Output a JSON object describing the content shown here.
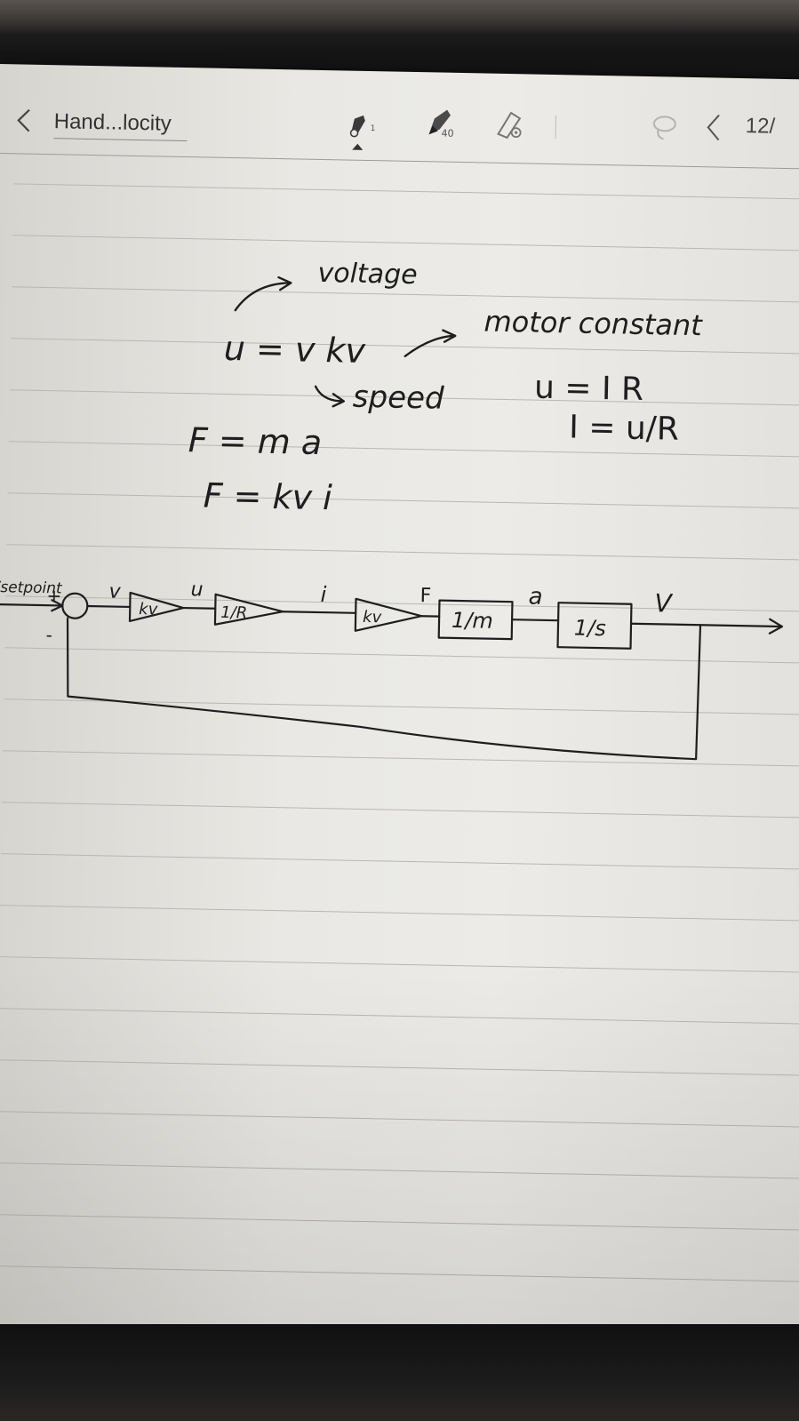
{
  "toolbar": {
    "title": "Hand...locity",
    "pen1_size": "1",
    "pen2_size": "40",
    "page_indicator": "12/"
  },
  "notes": {
    "ann_voltage": "voltage",
    "eq1": "u = v kv",
    "ann_motor_constant": "motor constant",
    "ann_speed": "speed",
    "eq_ohm": "u = I R",
    "eq_current": "I = u/R",
    "eq_newton": "F = m a",
    "eq_force": "F = kv i"
  },
  "diagram": {
    "input_label": "Vsetpoint",
    "plus_sign": "+",
    "minus_sign": "-",
    "error_label": "v",
    "block1": "kv",
    "sig_u": "u",
    "block2": "1/R",
    "sig_i": "i",
    "block3": "kv",
    "sig_F": "F",
    "block4": "1/m",
    "sig_a": "a",
    "block5": "1/s",
    "output_label": "V"
  },
  "colors": {
    "ink": "#1e1e1e",
    "paper": "#eae9e5",
    "toolbar_icon": "#3a3a3a"
  }
}
